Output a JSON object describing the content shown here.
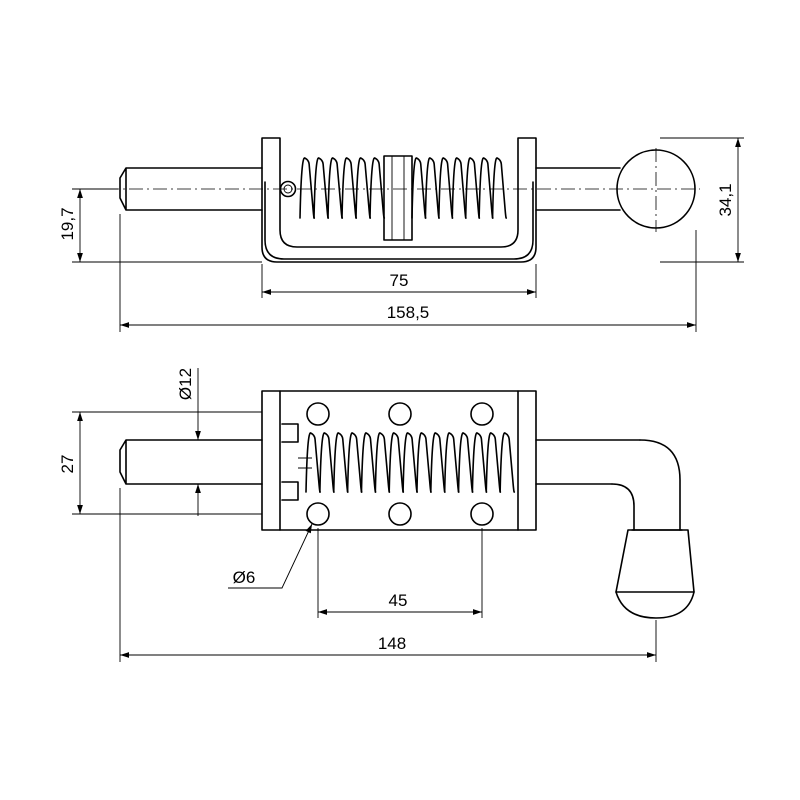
{
  "top_view": {
    "dims": {
      "height_left": "19,7",
      "height_right": "34,1",
      "bracket_width": "75",
      "total_length": "158,5"
    }
  },
  "bottom_view": {
    "dims": {
      "pin_diameter": "Ø12",
      "plate_height": "27",
      "hole_diameter": "Ø6",
      "hole_spacing": "45",
      "total_length": "148"
    }
  }
}
